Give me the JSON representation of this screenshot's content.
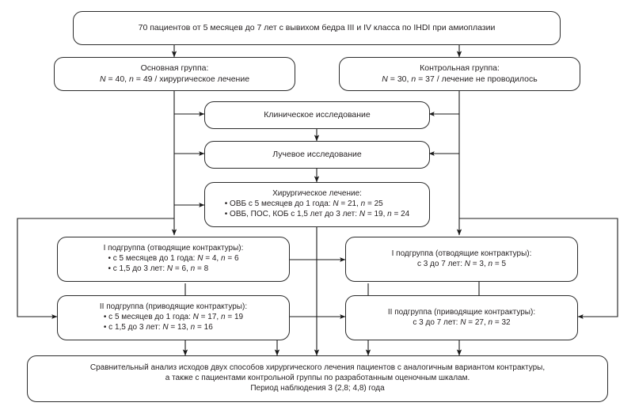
{
  "diagram": {
    "title": "Study flow chart of hip dislocation treatment groups",
    "language": "ru",
    "colors": {
      "box_border": "#2b2b2b",
      "line": "#1a1a1a",
      "text": "#231f20",
      "background": "#ffffff"
    },
    "nodes": {
      "total": {
        "id": "total-patients",
        "lines": [
          "70 пациентов от 5 месяцев до 7 лет с вывихом бедра III и IV класса по IHDI при амиоплазии"
        ]
      },
      "main_group": {
        "id": "main-group",
        "lines": [
          "Основная группа:",
          "N = 40, n = 49 / хирургическое лечение"
        ],
        "label": "Основная группа:",
        "detail": "N = 40, n = 49 / хирургическое лечение"
      },
      "control_group": {
        "id": "control-group",
        "lines": [
          "Контрольная группа:",
          "N = 30, n = 37 / лечение не проводилось"
        ],
        "label": "Контрольная группа:",
        "detail": "N = 30, n = 37 / лечение не проводилось"
      },
      "clinical": {
        "id": "clinical-study",
        "lines": [
          "Клиническое исследование"
        ]
      },
      "radiological": {
        "id": "radiological-study",
        "lines": [
          "Лучевое исследование"
        ]
      },
      "surgical": {
        "id": "surgical-treatment",
        "header": "Хирургическое лечение:",
        "bullets": [
          "• ОВБ с 5 месяцев до 1 года: N = 21, n = 25",
          "• ОВБ, ПОС, КОБ с 1,5 лет до 3 лет: N = 19, n = 24"
        ]
      },
      "sub1_left": {
        "id": "subgroup-1-left",
        "header": "I подгруппа (отводящие контрактуры):",
        "bullets": [
          "• с 5 месяцев до 1 года: N = 4, n = 6",
          "• с 1,5 до 3 лет: N = 6, n = 8"
        ]
      },
      "sub1_right": {
        "id": "subgroup-1-right",
        "header": "I подгруппа (отводящие контрактуры):",
        "bullets": [
          "с 3 до 7 лет: N = 3, n = 5"
        ]
      },
      "sub2_left": {
        "id": "subgroup-2-left",
        "header": "II подгруппа (приводящие контрактуры):",
        "bullets": [
          "• с 5 месяцев до 1 года: N = 17, n = 19",
          "• с 1,5 до 3 лет: N = 13, n = 16"
        ]
      },
      "sub2_right": {
        "id": "subgroup-2-right",
        "header": "II подгруппа (приводящие контрактуры):",
        "bullets": [
          "с 3 до 7 лет: N = 27, n = 32"
        ]
      },
      "conclusion": {
        "id": "comparative-analysis",
        "lines": [
          "Сравнительный анализ исходов двух способов хирургического лечения пациентов с аналогичным вариантом контрактуры,",
          "а также с пациентами контрольной группы по разработанным оценочным шкалам.",
          "Период наблюдения 3 (2,8; 4,8) года"
        ]
      }
    }
  }
}
